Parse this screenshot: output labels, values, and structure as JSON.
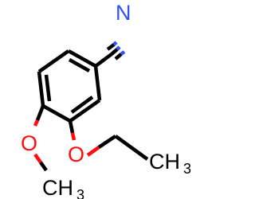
{
  "molecule": {
    "atoms": {
      "nitrogen": "N",
      "oxygen_methoxy": "O",
      "oxygen_ethoxy": "O",
      "methyl_c": "CH",
      "methyl_sub": "3",
      "ethyl_c": "CH",
      "ethyl_sub": "3"
    },
    "colors": {
      "carbon_bond": "#000000",
      "oxygen": "#ff0d0d",
      "nitrogen": "#3050f8",
      "background": "#ffffff"
    }
  }
}
